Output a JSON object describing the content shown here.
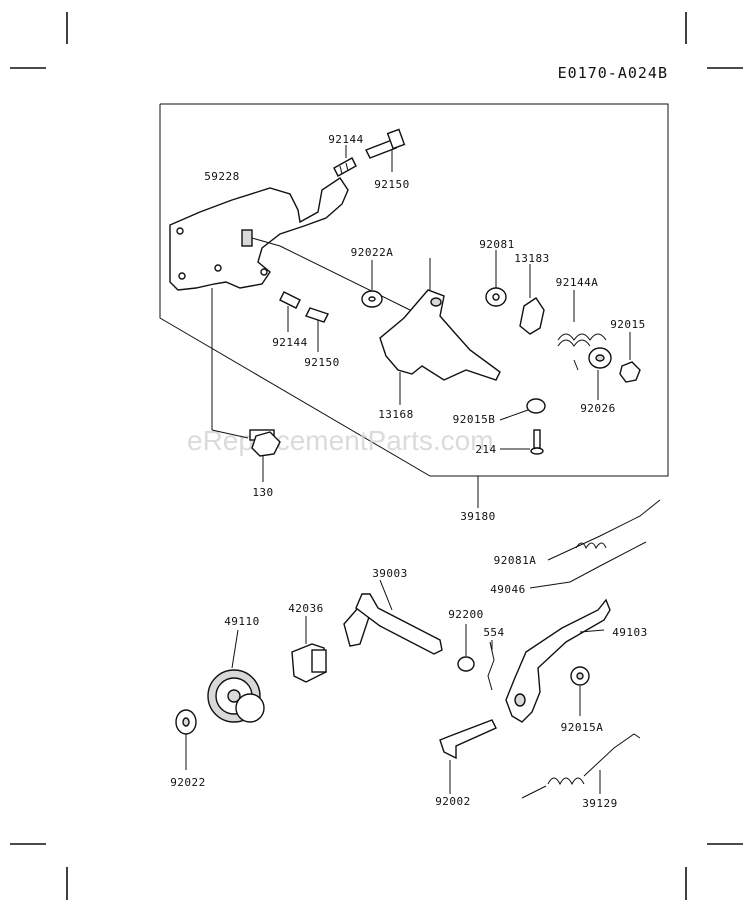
{
  "diagram_code": "E0170-A024B",
  "watermark": "eReplacementParts.com",
  "labels": {
    "p92144_top": "92144",
    "p92150_top": "92150",
    "p59228": "59228",
    "p92022A": "92022A",
    "p92081": "92081",
    "p13183": "13183",
    "p92144A": "92144A",
    "p92015": "92015",
    "p92144_low": "92144",
    "p92150_low": "92150",
    "p92026": "92026",
    "p13168": "13168",
    "p92015B": "92015B",
    "p214": "214",
    "p130": "130",
    "p39180": "39180",
    "p92081A": "92081A",
    "p49046": "49046",
    "p39003": "39003",
    "p49110": "49110",
    "p42036": "42036",
    "p92200": "92200",
    "p554": "554",
    "p49103": "49103",
    "p92015A": "92015A",
    "p92022": "92022",
    "p92002": "92002",
    "p39129": "39129"
  }
}
